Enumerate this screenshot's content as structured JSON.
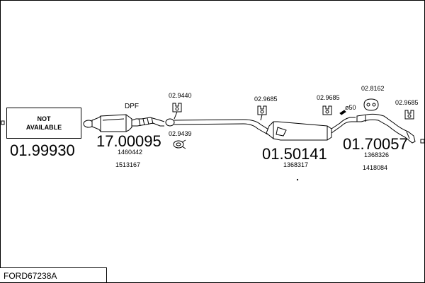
{
  "not_available_label": "NOT\nAVAILABLE",
  "kit_code": "FORD67238A",
  "parts": {
    "front": {
      "number": "01.99930"
    },
    "dpf": {
      "label": "DPF",
      "number": "17.00095",
      "oe": [
        "1460442",
        "1513167"
      ]
    },
    "middle": {
      "number": "01.50141",
      "oe": [
        "1368317"
      ]
    },
    "rear": {
      "number": "01.70057",
      "oe": [
        "1368326",
        "1418084"
      ]
    }
  },
  "fittings": {
    "f1": "02.9440",
    "f2": "02.9439",
    "f3": "02.9685",
    "f4": "02.9685",
    "f5": "02.8162",
    "f6": "02.9685",
    "pipe_diameter": "ø50"
  },
  "icons": [
    "bracket-icon",
    "clamp-icon",
    "gasket-icon",
    "rubber-hanger-icon"
  ]
}
